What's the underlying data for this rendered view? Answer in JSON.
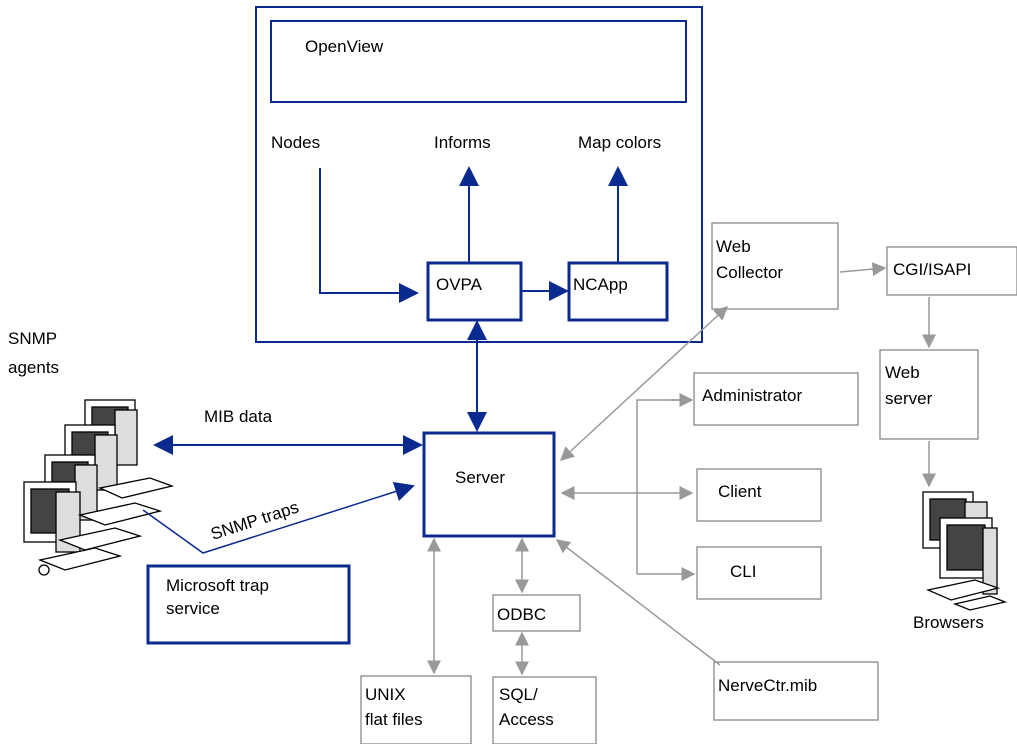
{
  "diagram": {
    "openview": {
      "title": "OpenView",
      "nodes": "Nodes",
      "informs": "Informs",
      "map_colors": "Map colors"
    },
    "ovpa": "OVPA",
    "ncapp": "NCApp",
    "server": "Server",
    "snmp_agents": [
      "SNMP",
      "agents"
    ],
    "mib_data": "MIB data",
    "snmp_traps": "SNMP traps",
    "trap_service": [
      "Microsoft trap",
      "service"
    ],
    "web_collector": [
      "Web",
      "Collector"
    ],
    "cgi_isapi": "CGI/ISAPI",
    "web_server": [
      "Web",
      "server"
    ],
    "browsers": "Browsers",
    "administrator": "Administrator",
    "client": "Client",
    "cli": "CLI",
    "odbc": "ODBC",
    "unix_flat_files": [
      "UNIX",
      "flat files"
    ],
    "sql_access": [
      "SQL/",
      "Access"
    ],
    "nervectr_mib": "NerveCtr.mib",
    "colors": {
      "blue": "#0b2a8f",
      "gray": "#999999",
      "box_gray": "#888888"
    }
  }
}
